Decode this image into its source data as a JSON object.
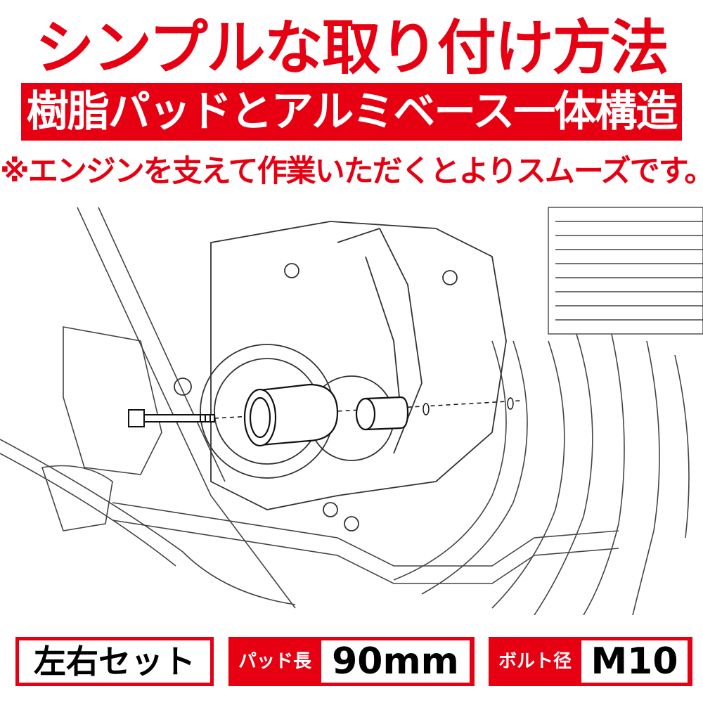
{
  "title": "シンプルな取り付け方法",
  "banner": "樹脂パッドとアルミベース一体構造",
  "note": "※エンジンを支えて作業いただくとよりスムーズです。",
  "colors": {
    "accent": "#e60012",
    "text": "#000000",
    "background": "#ffffff"
  },
  "specs": {
    "set": "左右セット",
    "pad_length_label": "パッド長",
    "pad_length_value": "90mm",
    "bolt_label": "ボルト径",
    "bolt_value": "M10"
  }
}
